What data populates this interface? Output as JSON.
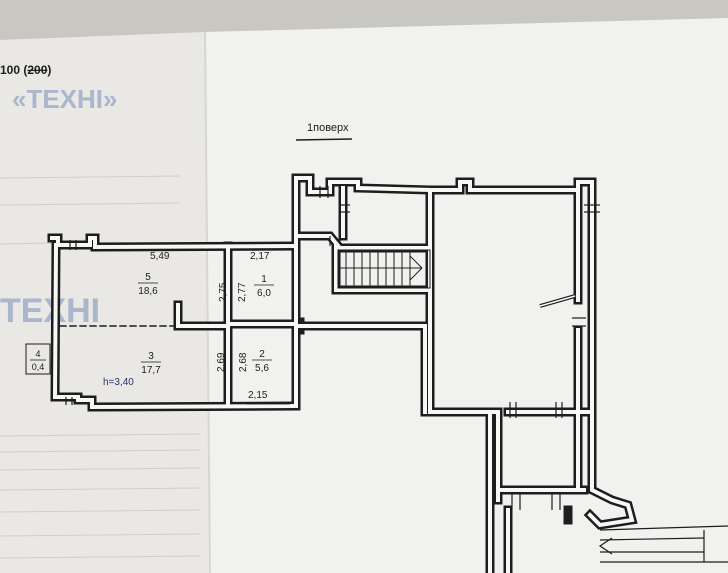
{
  "header": {
    "scale_prefix": "100 (",
    "scale_struck": "200",
    "scale_suffix": ")",
    "floor_title": "1поверх"
  },
  "stamp": {
    "top_text": "«ТЕХНІ»",
    "side_text": "ТЕХНІ"
  },
  "colors": {
    "paper_left": "#e9e8e4",
    "paper_right": "#f1f1ef",
    "background": "#c9c7c2",
    "ink": "#1d1d1d",
    "wall_fill": "#f7f7f5",
    "stamp_blue": "#a9b6cd",
    "faint_print": "#bdbdbd"
  },
  "rooms": [
    {
      "id": "5",
      "number": "5",
      "area": "18,6"
    },
    {
      "id": "1",
      "number": "1",
      "area": "6,0"
    },
    {
      "id": "3",
      "number": "3",
      "area": "17,7"
    },
    {
      "id": "2",
      "number": "2",
      "area": "5,6"
    },
    {
      "id": "4",
      "number": "4",
      "area": "0,4"
    }
  ],
  "dimensions": {
    "top_left": "5,49",
    "top_right": "2,17",
    "room5_height": "2,75",
    "room1_height": "2,77",
    "room3_height": "2,69",
    "room2_height": "2,68",
    "bottom_right": "2,15",
    "ceiling_height": "h=3,40"
  }
}
